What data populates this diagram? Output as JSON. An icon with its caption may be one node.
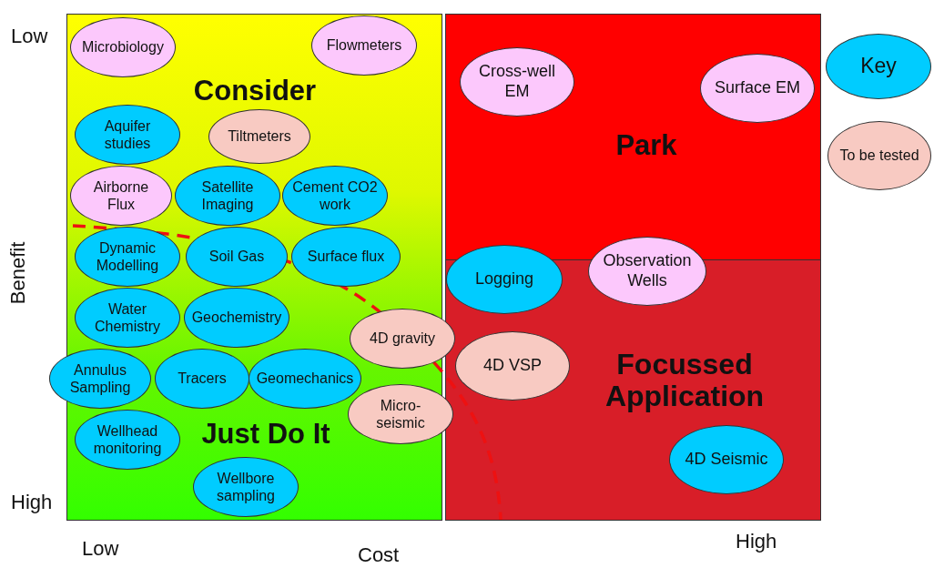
{
  "diagram": {
    "nodes": [
      {
        "text": [
          "Consider",
          "Just Do It"
        ]
      },
      {
        "text": [
          "Microbiology"
        ],
        "in": 0
      },
      {
        "text": [
          "Flowmeters"
        ],
        "in": 0
      },
      {
        "text": [
          "Aquifer studies"
        ],
        "in": 0
      },
      {
        "text": [
          "Tiltmeters"
        ],
        "in": 0
      },
      {
        "text": [
          "Airborne Flux"
        ],
        "in": 0
      },
      {
        "text": [
          "Satellite Imaging"
        ],
        "in": 0
      },
      {
        "text": [
          "Cement CO2 work"
        ],
        "in": 0
      },
      {
        "text": [
          "Dynamic Modelling"
        ],
        "in": 0
      },
      {
        "text": [
          "Soil Gas"
        ],
        "in": 0
      },
      {
        "text": [
          "Surface flux"
        ],
        "in": 0
      },
      {
        "text": [
          "Geochemistry"
        ],
        "in": 0
      },
      {
        "text": [
          "Water Chemistry"
        ],
        "in": 0
      },
      {
        "text": [
          "4D gravity"
        ]
      },
      {
        "text": [
          "Annulus Sampling"
        ]
      },
      {
        "text": [
          "Tracers"
        ],
        "in": 0
      },
      {
        "text": [
          "Geomechanics"
        ],
        "in": 0
      },
      {
        "text": [
          "Micro- seismic"
        ]
      },
      {
        "text": [
          "Wellhead monitoring"
        ],
        "in": 0
      },
      {
        "text": [
          "Wellbore sampling"
        ],
        "in": 0
      },
      {
        "text": [
          "Park"
        ]
      },
      {
        "text": [
          "Cross-well EM"
        ],
        "in": 20
      },
      {
        "text": [
          "Surface EM"
        ],
        "in": 20
      },
      {
        "text": [
          "Focussed Application"
        ]
      },
      {
        "text": [
          "Logging"
        ]
      },
      {
        "text": [
          "Observation Wells"
        ]
      },
      {
        "text": [
          "4D VSP"
        ],
        "in": 23
      },
      {
        "text": [
          "4D Seismic"
        ],
        "in": 23
      },
      {
        "text": [
          "Key"
        ]
      },
      {
        "text": [
          "To be tested"
        ]
      }
    ],
    "labels": [
      "Low",
      "Benefit",
      "High",
      "Low",
      "Cost",
      "High"
    ]
  }
}
